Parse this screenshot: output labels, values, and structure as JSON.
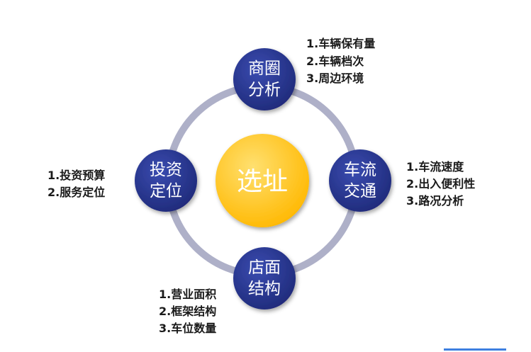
{
  "center": {
    "label": "选址"
  },
  "nodes": {
    "top": {
      "line1": "商圈",
      "line2": "分析"
    },
    "right": {
      "line1": "车流",
      "line2": "交通"
    },
    "bottom": {
      "line1": "店面",
      "line2": "结构"
    },
    "left": {
      "line1": "投资",
      "line2": "定位"
    }
  },
  "lists": {
    "top": [
      "1.车辆保有量",
      "2.车辆档次",
      "3.周边环境"
    ],
    "right": [
      "1.车流速度",
      "2.出入便利性",
      "3.路况分析"
    ],
    "bottom": [
      "1.营业面积",
      "2.框架结构",
      "3.车位数量"
    ],
    "left": [
      "1.投资预算",
      "2.服务定位"
    ]
  },
  "colors": {
    "node_fill": "#1f2a7a",
    "node_fill_light": "#3a4cb0",
    "ring": "#aeb0c8",
    "center_fill": "#ffc000",
    "center_fill_light": "#ffe070",
    "bottom_bar": "#3d7fe0"
  }
}
